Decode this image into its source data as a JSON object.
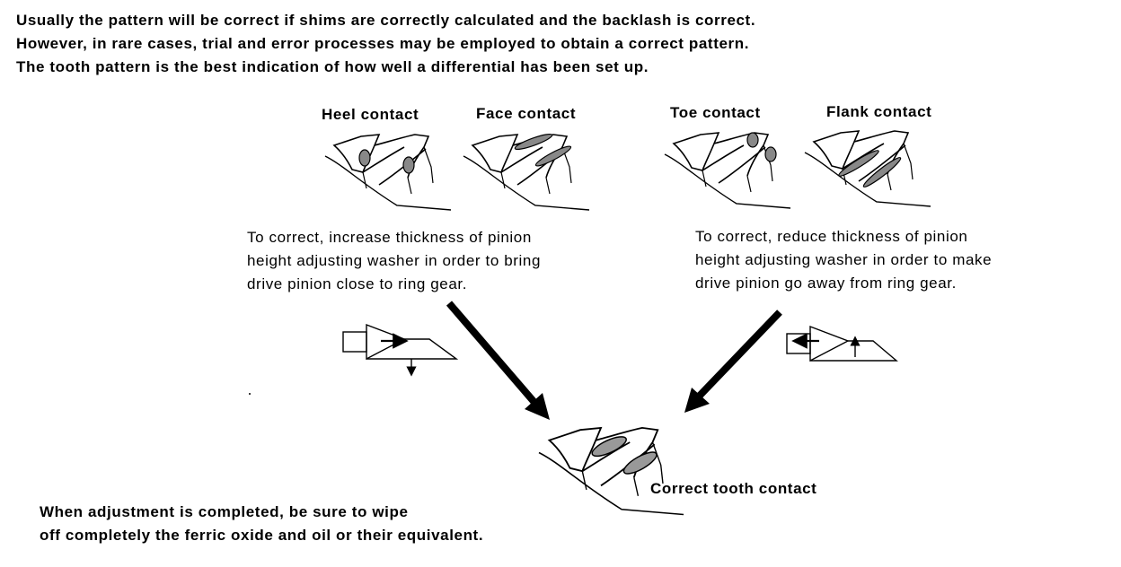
{
  "intro": {
    "line1": "Usually the pattern will be correct if shims are correctly calculated and the backlash is correct.",
    "line2": "However, in rare cases, trial and error processes may be employed to obtain a correct pattern.",
    "line3": "The tooth pattern is the best indication of how well a differential has been set up."
  },
  "contacts": {
    "heel": "Heel contact",
    "face": "Face contact",
    "toe": "Toe contact",
    "flank": "Flank contact",
    "correct": "Correct tooth contact"
  },
  "left_instruction": {
    "line1": "To correct, increase thickness of pinion",
    "line2": "height adjusting washer in order to bring",
    "line3": "drive pinion close to ring gear."
  },
  "right_instruction": {
    "line1": "To correct, reduce thickness of pinion",
    "line2": "height adjusting washer in order to make",
    "line3": "drive pinion go away from ring gear."
  },
  "closing": {
    "line1": "When adjustment is completed, be sure to wipe",
    "line2": "off completely the ferric oxide and oil or their equivalent."
  }
}
